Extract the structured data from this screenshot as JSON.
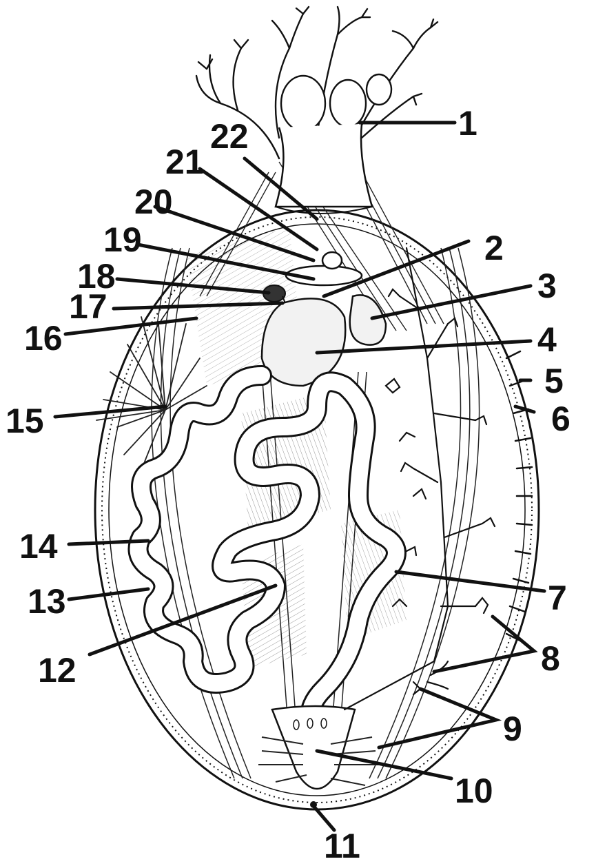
{
  "colors": {
    "ink": "#111111",
    "paper": "#ffffff",
    "shade": "#d8d8d8"
  },
  "labels": [
    {
      "id": "l1",
      "text": "1"
    },
    {
      "id": "l2",
      "text": "2"
    },
    {
      "id": "l3",
      "text": "3"
    },
    {
      "id": "l4",
      "text": "4"
    },
    {
      "id": "l5",
      "text": "5"
    },
    {
      "id": "l6",
      "text": "6"
    },
    {
      "id": "l7",
      "text": "7"
    },
    {
      "id": "l8",
      "text": "8"
    },
    {
      "id": "l9",
      "text": "9"
    },
    {
      "id": "l10",
      "text": "10"
    },
    {
      "id": "l11",
      "text": "11"
    },
    {
      "id": "l12",
      "text": "12"
    },
    {
      "id": "l13",
      "text": "13"
    },
    {
      "id": "l14",
      "text": "14"
    },
    {
      "id": "l15",
      "text": "15"
    },
    {
      "id": "l16",
      "text": "16"
    },
    {
      "id": "l17",
      "text": "17"
    },
    {
      "id": "l18",
      "text": "18"
    },
    {
      "id": "l19",
      "text": "19"
    },
    {
      "id": "l20",
      "text": "20"
    },
    {
      "id": "l21",
      "text": "21"
    },
    {
      "id": "l22",
      "text": "22"
    }
  ]
}
